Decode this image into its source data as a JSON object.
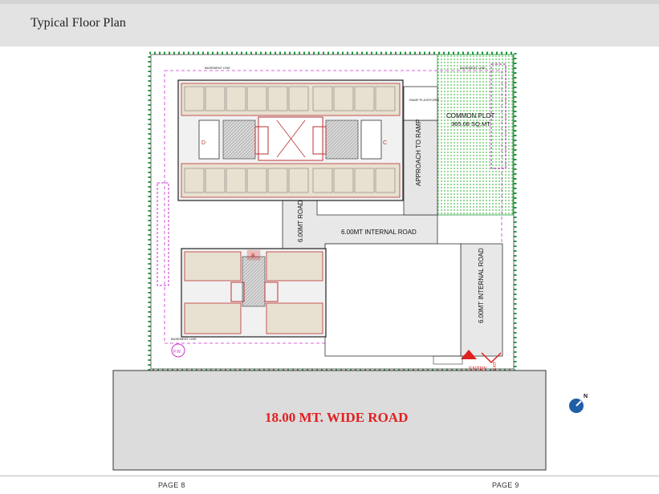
{
  "header": {
    "title": "Typical Floor Plan"
  },
  "plan": {
    "basement_line_left": "BASEMENT LINE",
    "basement_line_right": "BASEMENT LINE",
    "basement_line_bottom": "BASEMENT LINE",
    "ramp_platform": "RAMP PLATEFORM",
    "approach_to_ramp": "APPROACH TO RAMP",
    "common_plot_title": "COMMON PLOT",
    "common_plot_area": "365.08 SQ.MT.",
    "road_vertical_left": "6.00MT ROAD",
    "road_horizontal": "6.00MT INTERNAL ROAD",
    "road_vertical_right": "6.00MT INTERNAL ROAD",
    "wing_labels": [
      "D",
      "C",
      "B"
    ],
    "pw_label": "P.W.",
    "entry_label": "ENTRY",
    "exit_label": "EXIT",
    "main_road": "18.00 MT. WIDE ROAD"
  },
  "footer": {
    "page_left": "PAGE 8",
    "page_right": "PAGE 9"
  },
  "colors": {
    "accent_red": "#e02020",
    "boundary_green": "#1a9a3a",
    "common_plot_green": "#7ed27e",
    "magenta": "#cc33cc",
    "road_gray": "#e0e0e0",
    "compass_blue": "#1f5fa8"
  },
  "icons": [
    "compass-north-icon"
  ]
}
